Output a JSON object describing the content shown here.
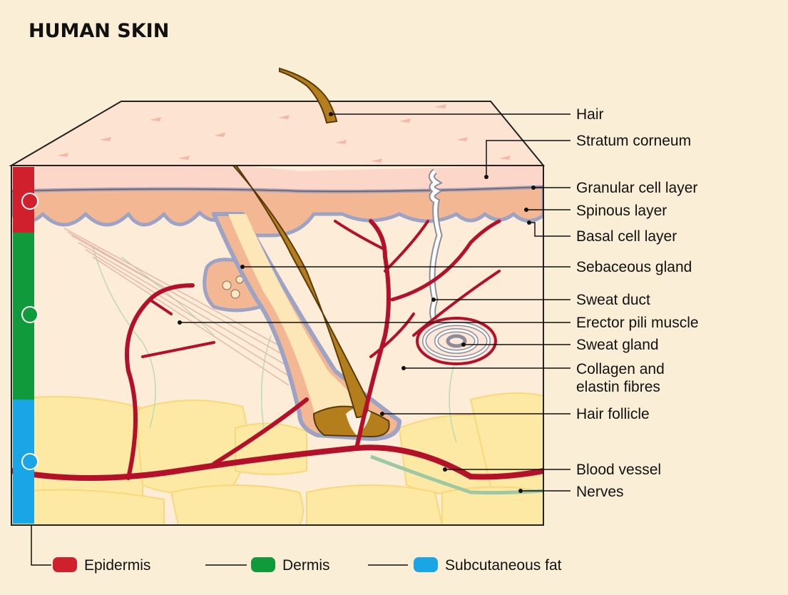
{
  "title": "HUMAN SKIN",
  "labels": {
    "hair": "Hair",
    "stratum_corneum": "Stratum corneum",
    "granular_cell_layer": "Granular cell layer",
    "spinous_layer": "Spinous layer",
    "basal_cell_layer": "Basal cell layer",
    "sebaceous_gland": "Sebaceous gland",
    "sweat_duct": "Sweat duct",
    "erector_pili_muscle": "Erector pili muscle",
    "sweat_gland": "Sweat gland",
    "collagen_line1": "Collagen and",
    "collagen_line2": "elastin fibres",
    "hair_follicle": "Hair follicle",
    "blood_vessel": "Blood vessel",
    "nerves": "Nerves"
  },
  "legend": [
    {
      "label": "Epidermis",
      "color": "#d0202e"
    },
    {
      "label": "Dermis",
      "color": "#119a3c"
    },
    {
      "label": "Subcutaneous fat",
      "color": "#1aa6e6"
    }
  ],
  "colors": {
    "background": "#fbeed6",
    "stratum": "#fde3d2",
    "spinous": "#f3b793",
    "dermis": "#fcecd8",
    "fat": "#fdeaa6",
    "hair": "#b47e1c",
    "blood": "#b4102a"
  }
}
